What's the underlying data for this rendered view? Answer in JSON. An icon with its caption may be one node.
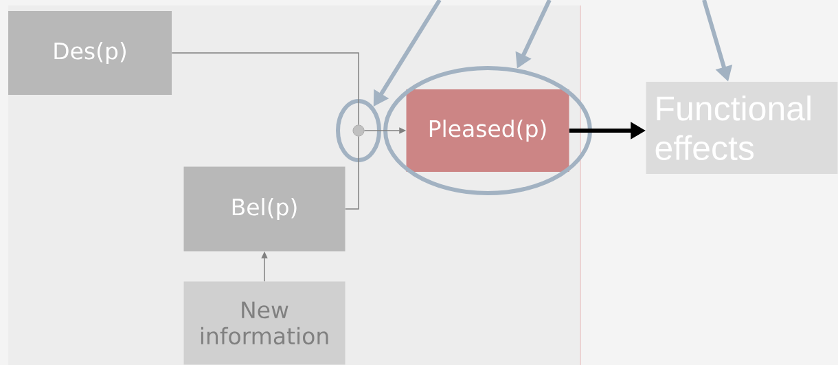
{
  "diagram": {
    "nodes": [
      {
        "text": [
          "Des(p)"
        ]
      },
      {
        "text": [],
        "shape": "ellipse"
      },
      {
        "text": [],
        "shape": "circle",
        "in": 1
      },
      {
        "text": [],
        "shape": "ellipse"
      },
      {
        "text": [
          "Pleased(p)"
        ],
        "in": 3
      },
      {
        "text": [
          "Functional effects"
        ]
      },
      {
        "text": [
          "Bel(p)"
        ]
      },
      {
        "text": [
          "New information"
        ]
      }
    ],
    "edges": [
      {
        "from": 0,
        "to": 2,
        "arrow": "none"
      },
      {
        "from": 6,
        "to": 2,
        "arrow": "none"
      },
      {
        "from": 2,
        "to": 4,
        "arrow": "to"
      },
      {
        "from": 4,
        "to": 5,
        "arrow": "to",
        "style": "thick",
        "color": "#000000"
      },
      {
        "from": 7,
        "to": 6,
        "arrow": "to"
      },
      {
        "from": null,
        "to": 1,
        "arrow": "to",
        "style": "thick",
        "color": "#a2b2c2"
      },
      {
        "from": null,
        "to": 3,
        "arrow": "to",
        "style": "thick",
        "color": "#a2b2c2"
      },
      {
        "from": null,
        "to": 5,
        "arrow": "to",
        "style": "thick",
        "color": "#a2b2c2"
      }
    ]
  }
}
